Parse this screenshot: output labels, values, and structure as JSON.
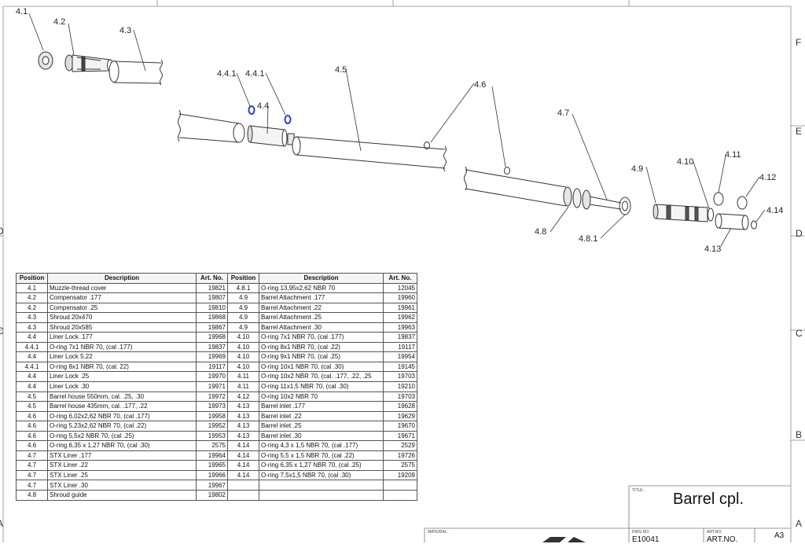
{
  "callouts": [
    "4.1",
    "4.2",
    "4.3",
    "4.4.1",
    "4.4.1",
    "4.4",
    "4.5",
    "4.6",
    "4.7",
    "4.8",
    "4.8.1",
    "4.9",
    "4.10",
    "4.11",
    "4.12",
    "4.13",
    "4.14"
  ],
  "zones": {
    "right": [
      "F",
      "E",
      "D",
      "C",
      "B",
      "A"
    ],
    "left": [
      "D",
      "C",
      "A"
    ]
  },
  "table": {
    "headers": [
      "Position",
      "Description",
      "Art. No.",
      "Position",
      "Description",
      "Art. No."
    ],
    "left_rows": [
      [
        "4.1",
        "Muzzle-thread cover",
        "19821"
      ],
      [
        "4.2",
        "Compensator .177",
        "19807"
      ],
      [
        "4.2",
        "Compensator .25",
        "19810"
      ],
      [
        "4.3",
        "Shroud 20x470",
        "19868"
      ],
      [
        "4.3",
        "Shroud 20x585",
        "19867"
      ],
      [
        "4.4",
        "Liner Lock .177",
        "19968"
      ],
      [
        "4.4.1",
        "O-ring 7x1 NBR 70, (cal .177)",
        "19837"
      ],
      [
        "4.4",
        "Liner Lock 5.22",
        "19969"
      ],
      [
        "4.4.1",
        "O-ring 8x1 NBR 70, (cal. 22)",
        "19117"
      ],
      [
        "4.4",
        "Liner Lock .25",
        "19970"
      ],
      [
        "4.4",
        "Liner Lock .30",
        "19971"
      ],
      [
        "4.5",
        "Barrel house 550mm, cal. .25, .30",
        "19972"
      ],
      [
        "4.5",
        "Barrel house 435mm, cal. .177, .22",
        "19973"
      ],
      [
        "4.6",
        "O-ring 6,02x2,62 NBR 70, (cal .177)",
        "19958"
      ],
      [
        "4.6",
        "O-ring 5,23x2,62 NBR 70, (cal .22)",
        "19952"
      ],
      [
        "4.6",
        "O-ring 5,5x2 NBR 70, (cal .25)",
        "19953"
      ],
      [
        "4.6",
        "O-ring 6,35 x 1,27 NBR 70, (cal .30)",
        "2575"
      ],
      [
        "4.7",
        "STX Liner .177",
        "19964"
      ],
      [
        "4.7",
        "STX Liner .22",
        "19965"
      ],
      [
        "4.7",
        "STX Liner .25",
        "19966"
      ],
      [
        "4.7",
        "STX Liner .30",
        "19967"
      ],
      [
        "4.8",
        "Shroud guide",
        "19802"
      ]
    ],
    "right_rows": [
      [
        "4.8.1",
        "O-ring 13,95x2,62 NBR 70",
        "12045"
      ],
      [
        "4.9",
        "Barrel Attachment .177",
        "19960"
      ],
      [
        "4.9",
        "Barrel Attachment .22",
        "19961"
      ],
      [
        "4.9",
        "Barrel Attachment .25",
        "19962"
      ],
      [
        "4.9",
        "Barrel Attachment .30",
        "19963"
      ],
      [
        "4.10",
        "O-ring 7x1 NBR 70, (cal .177)",
        "19837"
      ],
      [
        "4.10",
        "O-ring 8x1 NBR 70, (cal .22)",
        "19117"
      ],
      [
        "4.10",
        "O-ring 9x1 NBR 70, (cal .25)",
        "19954"
      ],
      [
        "4.10",
        "O-ring 10x1 NBR 70, (cal .30)",
        "19145"
      ],
      [
        "4.11",
        "O-ring 10x2 NBR 70, (cal. .177, .22, .25",
        "19703"
      ],
      [
        "4.11",
        "O-ring 11x1,5 NBR 70, (cal .30)",
        "19210"
      ],
      [
        "4.12",
        "O-ring 10x2 NBR 70",
        "19703"
      ],
      [
        "4.13",
        "Barrel inlet .177",
        "19628"
      ],
      [
        "4.13",
        "Barrel inlet .22",
        "19629"
      ],
      [
        "4.13",
        "Barrel inlet .25",
        "19670"
      ],
      [
        "4.13",
        "Barrel inlet .30",
        "19671"
      ],
      [
        "4.14",
        "O-ring 4,3 x 1,5 NBR 70, (cal .177)",
        "2529"
      ],
      [
        "4.14",
        "O-ring 5,5 x 1,5 NBR 70, (cal .22)",
        "19726"
      ],
      [
        "4.14",
        "O-ring 6,35 x 1,27 NBR 70, (cal .25)",
        "2575"
      ],
      [
        "4.14",
        "O-ring 7,5x1,5 NBR 70, (cal .30)",
        "19209"
      ],
      [
        "",
        "",
        ""
      ],
      [
        "",
        "",
        ""
      ]
    ]
  },
  "title_block": {
    "title_label": "TITLE:",
    "title": "Barrel cpl.",
    "material_label": "MATERIAL:",
    "dwg_label": "DWG.NO.",
    "dwg_no": "E10041",
    "art_label": "ART.NO.",
    "art_no": "ART.NO.",
    "size": "A3"
  },
  "colors": {
    "line": "#333333",
    "oring_highlight": "#2a3fd6",
    "background": "#ffffff"
  }
}
